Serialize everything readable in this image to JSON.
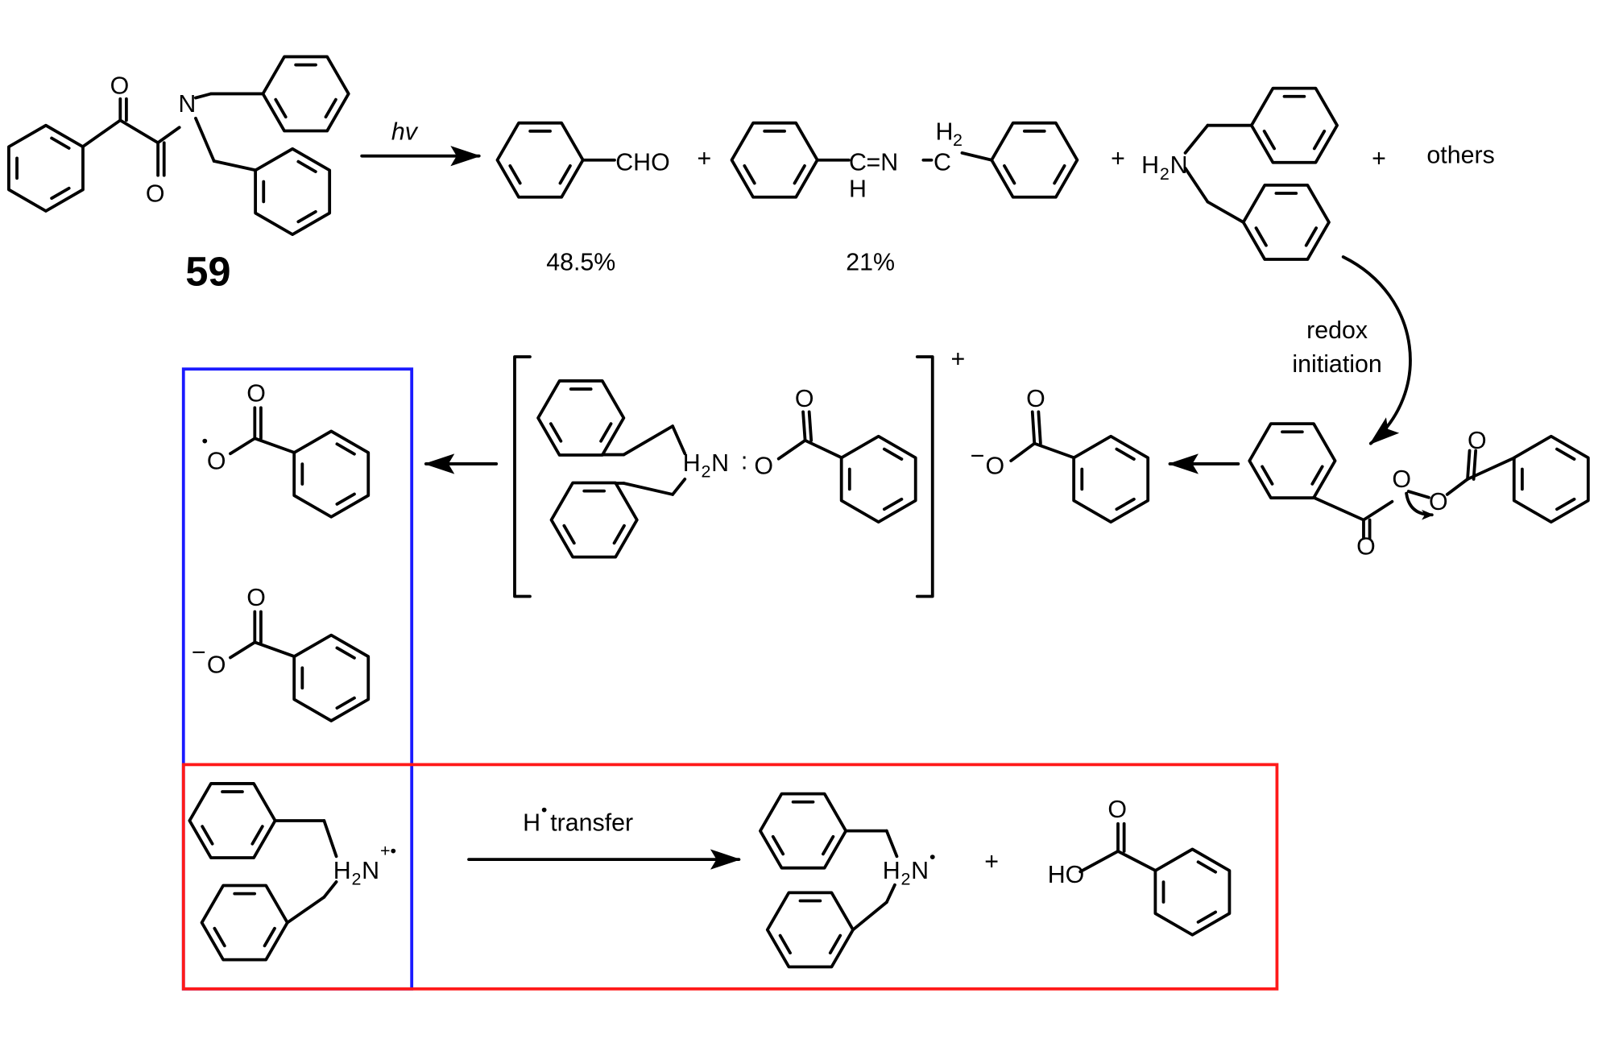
{
  "compound_label": "59",
  "step1": {
    "condition": "hv",
    "product1": "CHO",
    "yield1": "48.5%",
    "yield2": "21%",
    "plus": "+",
    "others": "others"
  },
  "imine": {
    "c1": "C",
    "eq_n": "=N",
    "h": "H",
    "c2": "C",
    "h2": "H",
    "h2_sub": "2"
  },
  "amine": {
    "h": "H",
    "sub": "2",
    "n": "N"
  },
  "redox": {
    "line1": "redox",
    "line2": "initiation"
  },
  "atoms": {
    "O": "O",
    "minus": "−",
    "dot": "•",
    "H2N_colon": ":",
    "HO": "HO",
    "radical_cation": "+•"
  },
  "bracket_charge": "+",
  "h_transfer": {
    "h": "H",
    "dot": "•",
    "label": " transfer"
  },
  "box_colors": {
    "blue": "#1a1aff",
    "red": "#ff1a1a"
  }
}
